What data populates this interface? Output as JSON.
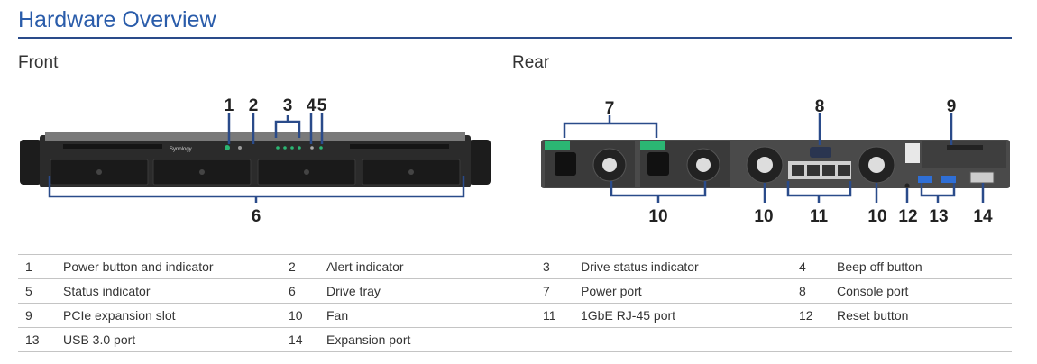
{
  "title": "Hardware Overview",
  "sections": {
    "front": "Front",
    "rear": "Rear"
  },
  "front_callouts": [
    "1",
    "2",
    "3",
    "4",
    "5",
    "6"
  ],
  "rear_callouts": [
    "7",
    "8",
    "9",
    "10",
    "10",
    "10",
    "11",
    "12",
    "13",
    "14"
  ],
  "device_brand": "Synology",
  "components": [
    [
      {
        "num": "1",
        "label": "Power button and indicator"
      },
      {
        "num": "2",
        "label": "Alert indicator"
      },
      {
        "num": "3",
        "label": "Drive status indicator"
      },
      {
        "num": "4",
        "label": "Beep off button"
      }
    ],
    [
      {
        "num": "5",
        "label": "Status indicator"
      },
      {
        "num": "6",
        "label": "Drive tray"
      },
      {
        "num": "7",
        "label": "Power port"
      },
      {
        "num": "8",
        "label": "Console port"
      }
    ],
    [
      {
        "num": "9",
        "label": "PCIe expansion slot"
      },
      {
        "num": "10",
        "label": "Fan"
      },
      {
        "num": "11",
        "label": "1GbE RJ-45 port"
      },
      {
        "num": "12",
        "label": "Reset button"
      }
    ],
    [
      {
        "num": "13",
        "label": "USB 3.0 port"
      },
      {
        "num": "14",
        "label": "Expansion port"
      },
      {
        "num": "",
        "label": ""
      },
      {
        "num": "",
        "label": ""
      }
    ]
  ],
  "colors": {
    "title": "#2a5caa",
    "callout_line": "#2a4b8a",
    "accent_green": "#2bb673",
    "chassis": "#2b2b2b"
  }
}
